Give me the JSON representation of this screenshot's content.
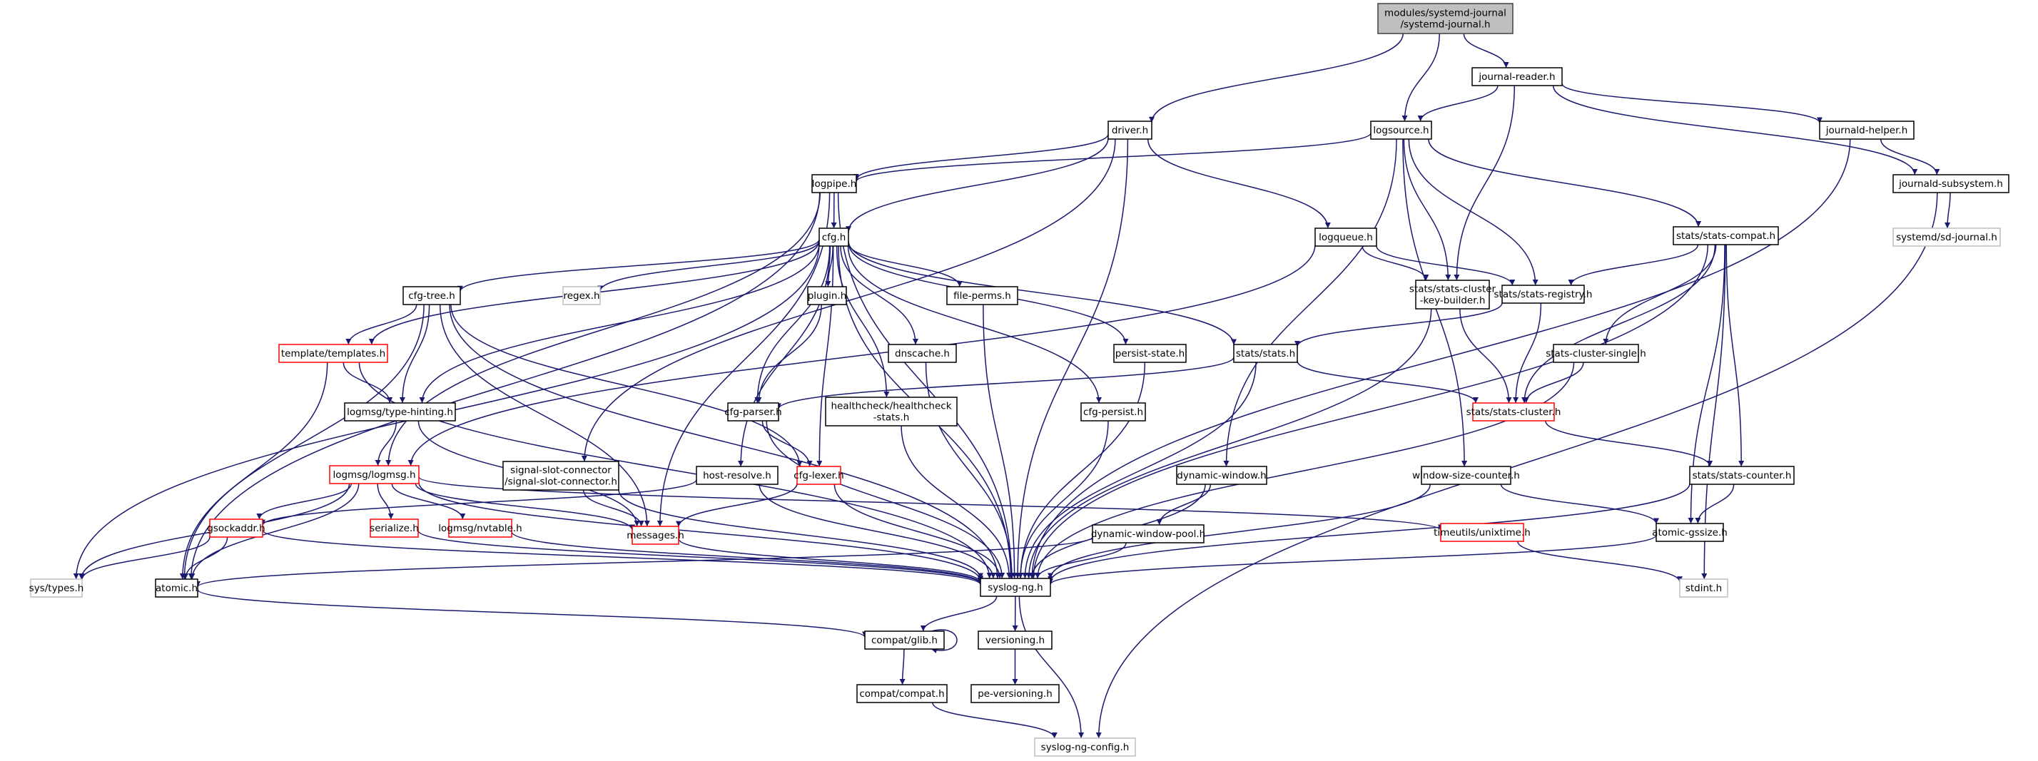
{
  "title": "modules/systemd-journal/systemd-journal.h include dependency graph",
  "colors": {
    "edge": "#191970",
    "root_fill": "#bfbfbf",
    "error_border": "#ff0000",
    "external_border": "#bfbfbf",
    "normal_border": "#000000"
  },
  "nodes": [
    {
      "id": "root",
      "lines": [
        "modules/systemd-journal",
        "/systemd-journal.h"
      ],
      "kind": "root"
    },
    {
      "id": "journal-reader",
      "lines": [
        "journal-reader.h"
      ],
      "kind": "normal"
    },
    {
      "id": "driver",
      "lines": [
        "driver.h"
      ],
      "kind": "normal"
    },
    {
      "id": "logsource",
      "lines": [
        "logsource.h"
      ],
      "kind": "normal"
    },
    {
      "id": "journald-helper",
      "lines": [
        "journald-helper.h"
      ],
      "kind": "normal"
    },
    {
      "id": "journald-subsystem",
      "lines": [
        "journald-subsystem.h"
      ],
      "kind": "normal"
    },
    {
      "id": "sd-journal",
      "lines": [
        "systemd/sd-journal.h"
      ],
      "kind": "external"
    },
    {
      "id": "logpipe",
      "lines": [
        "logpipe.h"
      ],
      "kind": "normal"
    },
    {
      "id": "cfg",
      "lines": [
        "cfg.h"
      ],
      "kind": "normal"
    },
    {
      "id": "logqueue",
      "lines": [
        "logqueue.h"
      ],
      "kind": "normal"
    },
    {
      "id": "stats-compat",
      "lines": [
        "stats/stats-compat.h"
      ],
      "kind": "normal"
    },
    {
      "id": "cfg-tree",
      "lines": [
        "cfg-tree.h"
      ],
      "kind": "normal"
    },
    {
      "id": "regex",
      "lines": [
        "regex.h"
      ],
      "kind": "external"
    },
    {
      "id": "plugin",
      "lines": [
        "plugin.h"
      ],
      "kind": "normal"
    },
    {
      "id": "file-perms",
      "lines": [
        "file-perms.h"
      ],
      "kind": "normal"
    },
    {
      "id": "stats-cluster-key-builder",
      "lines": [
        "stats/stats-cluster",
        "-key-builder.h"
      ],
      "kind": "normal"
    },
    {
      "id": "stats-registry",
      "lines": [
        "stats/stats-registry.h"
      ],
      "kind": "normal"
    },
    {
      "id": "template",
      "lines": [
        "template/templates.h"
      ],
      "kind": "error"
    },
    {
      "id": "dnscache",
      "lines": [
        "dnscache.h"
      ],
      "kind": "normal"
    },
    {
      "id": "persist-state",
      "lines": [
        "persist-state.h"
      ],
      "kind": "normal"
    },
    {
      "id": "stats",
      "lines": [
        "stats/stats.h"
      ],
      "kind": "normal"
    },
    {
      "id": "stats-cluster-single",
      "lines": [
        "stats-cluster-single.h"
      ],
      "kind": "normal"
    },
    {
      "id": "type-hinting",
      "lines": [
        "logmsg/type-hinting.h"
      ],
      "kind": "normal"
    },
    {
      "id": "cfg-parser",
      "lines": [
        "cfg-parser.h"
      ],
      "kind": "normal"
    },
    {
      "id": "healthcheck",
      "lines": [
        "healthcheck/healthcheck",
        "-stats.h"
      ],
      "kind": "normal"
    },
    {
      "id": "cfg-persist",
      "lines": [
        "cfg-persist.h"
      ],
      "kind": "normal"
    },
    {
      "id": "stats-cluster",
      "lines": [
        "stats/stats-cluster.h"
      ],
      "kind": "error"
    },
    {
      "id": "logmsg",
      "lines": [
        "logmsg/logmsg.h"
      ],
      "kind": "error"
    },
    {
      "id": "signal-slot",
      "lines": [
        "signal-slot-connector",
        "/signal-slot-connector.h"
      ],
      "kind": "normal"
    },
    {
      "id": "host-resolve",
      "lines": [
        "host-resolve.h"
      ],
      "kind": "normal"
    },
    {
      "id": "cfg-lexer",
      "lines": [
        "cfg-lexer.h"
      ],
      "kind": "error"
    },
    {
      "id": "dynamic-window",
      "lines": [
        "dynamic-window.h"
      ],
      "kind": "normal"
    },
    {
      "id": "window-size-counter",
      "lines": [
        "window-size-counter.h"
      ],
      "kind": "normal"
    },
    {
      "id": "stats-counter",
      "lines": [
        "stats/stats-counter.h"
      ],
      "kind": "normal"
    },
    {
      "id": "gsockaddr",
      "lines": [
        "gsockaddr.h"
      ],
      "kind": "error"
    },
    {
      "id": "serialize",
      "lines": [
        "serialize.h"
      ],
      "kind": "error"
    },
    {
      "id": "nvtable",
      "lines": [
        "logmsg/nvtable.h"
      ],
      "kind": "error"
    },
    {
      "id": "messages",
      "lines": [
        "messages.h"
      ],
      "kind": "error"
    },
    {
      "id": "dynamic-window-pool",
      "lines": [
        "dynamic-window-pool.h"
      ],
      "kind": "normal"
    },
    {
      "id": "unixtime",
      "lines": [
        "timeutils/unixtime.h"
      ],
      "kind": "error"
    },
    {
      "id": "atomic-gssize",
      "lines": [
        "atomic-gssize.h"
      ],
      "kind": "normal"
    },
    {
      "id": "sys-types",
      "lines": [
        "sys/types.h"
      ],
      "kind": "external"
    },
    {
      "id": "atomic",
      "lines": [
        "atomic.h"
      ],
      "kind": "normal"
    },
    {
      "id": "syslog-ng",
      "lines": [
        "syslog-ng.h"
      ],
      "kind": "normal"
    },
    {
      "id": "stdint",
      "lines": [
        "stdint.h"
      ],
      "kind": "external"
    },
    {
      "id": "compat-glib",
      "lines": [
        "compat/glib.h"
      ],
      "kind": "normal"
    },
    {
      "id": "versioning",
      "lines": [
        "versioning.h"
      ],
      "kind": "normal"
    },
    {
      "id": "compat-compat",
      "lines": [
        "compat/compat.h"
      ],
      "kind": "normal"
    },
    {
      "id": "pe-versioning",
      "lines": [
        "pe-versioning.h"
      ],
      "kind": "normal"
    },
    {
      "id": "syslog-ng-config",
      "lines": [
        "syslog-ng-config.h"
      ],
      "kind": "external"
    }
  ],
  "edges": [
    [
      "root",
      "driver"
    ],
    [
      "root",
      "logsource"
    ],
    [
      "root",
      "journal-reader"
    ],
    [
      "journal-reader",
      "logsource"
    ],
    [
      "journal-reader",
      "journald-helper"
    ],
    [
      "journal-reader",
      "journald-subsystem"
    ],
    [
      "journal-reader",
      "stats-cluster-key-builder"
    ],
    [
      "journald-helper",
      "journald-subsystem"
    ],
    [
      "journald-helper",
      "syslog-ng"
    ],
    [
      "journald-subsystem",
      "sd-journal"
    ],
    [
      "journald-subsystem",
      "syslog-ng-config"
    ],
    [
      "driver",
      "logpipe"
    ],
    [
      "driver",
      "cfg"
    ],
    [
      "driver",
      "logqueue"
    ],
    [
      "driver",
      "signal-slot"
    ],
    [
      "driver",
      "syslog-ng"
    ],
    [
      "logsource",
      "logpipe"
    ],
    [
      "logsource",
      "stats-compat"
    ],
    [
      "logsource",
      "stats-registry"
    ],
    [
      "logsource",
      "stats-cluster-key-builder"
    ],
    [
      "logsource",
      "dynamic-window"
    ],
    [
      "logsource",
      "window-size-counter"
    ],
    [
      "logpipe",
      "cfg"
    ],
    [
      "logpipe",
      "logmsg"
    ],
    [
      "logpipe",
      "atomic"
    ],
    [
      "logpipe",
      "messages"
    ],
    [
      "logpipe",
      "syslog-ng"
    ],
    [
      "cfg",
      "cfg-tree"
    ],
    [
      "cfg",
      "regex"
    ],
    [
      "cfg",
      "plugin"
    ],
    [
      "cfg",
      "file-perms"
    ],
    [
      "cfg",
      "dnscache"
    ],
    [
      "cfg",
      "persist-state"
    ],
    [
      "cfg",
      "stats"
    ],
    [
      "cfg",
      "template"
    ],
    [
      "cfg",
      "type-hinting"
    ],
    [
      "cfg",
      "cfg-parser"
    ],
    [
      "cfg",
      "healthcheck"
    ],
    [
      "cfg",
      "cfg-persist"
    ],
    [
      "cfg",
      "cfg-lexer"
    ],
    [
      "cfg",
      "host-resolve"
    ],
    [
      "cfg",
      "sys-types"
    ],
    [
      "cfg",
      "syslog-ng"
    ],
    [
      "logqueue",
      "stats-registry"
    ],
    [
      "logqueue",
      "stats-cluster-key-builder"
    ],
    [
      "logqueue",
      "logmsg"
    ],
    [
      "stats-compat",
      "stats-registry"
    ],
    [
      "stats-compat",
      "stats-cluster"
    ],
    [
      "stats-compat",
      "stats-cluster-single"
    ],
    [
      "stats-compat",
      "stats-counter"
    ],
    [
      "stats-compat",
      "atomic-gssize"
    ],
    [
      "stats-compat",
      "syslog-ng"
    ],
    [
      "stats-compat",
      "stdint"
    ],
    [
      "cfg-tree",
      "template"
    ],
    [
      "cfg-tree",
      "type-hinting"
    ],
    [
      "cfg-tree",
      "cfg-lexer"
    ],
    [
      "cfg-tree",
      "messages"
    ],
    [
      "cfg-tree",
      "atomic"
    ],
    [
      "cfg-tree",
      "syslog-ng"
    ],
    [
      "plugin",
      "cfg-parser"
    ],
    [
      "file-perms",
      "syslog-ng"
    ],
    [
      "stats-cluster-key-builder",
      "stats-cluster"
    ],
    [
      "stats-cluster-key-builder",
      "syslog-ng"
    ],
    [
      "stats-registry",
      "stats"
    ],
    [
      "stats-registry",
      "stats-cluster"
    ],
    [
      "template",
      "type-hinting"
    ],
    [
      "template",
      "atomic"
    ],
    [
      "template",
      "syslog-ng"
    ],
    [
      "dnscache",
      "syslog-ng"
    ],
    [
      "persist-state",
      "syslog-ng"
    ],
    [
      "stats",
      "stats-cluster"
    ],
    [
      "stats",
      "cfg-parser"
    ],
    [
      "stats",
      "syslog-ng"
    ],
    [
      "stats-cluster-single",
      "stats-cluster"
    ],
    [
      "stats-cluster-single",
      "syslog-ng"
    ],
    [
      "type-hinting",
      "logmsg"
    ],
    [
      "type-hinting",
      "messages"
    ],
    [
      "cfg-parser",
      "cfg-lexer"
    ],
    [
      "cfg-parser",
      "syslog-ng"
    ],
    [
      "healthcheck",
      "syslog-ng"
    ],
    [
      "cfg-persist",
      "syslog-ng"
    ],
    [
      "stats-cluster",
      "stats-counter"
    ],
    [
      "logmsg",
      "gsockaddr"
    ],
    [
      "logmsg",
      "serialize"
    ],
    [
      "logmsg",
      "nvtable"
    ],
    [
      "logmsg",
      "messages"
    ],
    [
      "logmsg",
      "unixtime"
    ],
    [
      "logmsg",
      "atomic"
    ],
    [
      "logmsg",
      "sys-types"
    ],
    [
      "logmsg",
      "syslog-ng"
    ],
    [
      "signal-slot",
      "messages"
    ],
    [
      "signal-slot",
      "syslog-ng"
    ],
    [
      "host-resolve",
      "gsockaddr"
    ],
    [
      "host-resolve",
      "syslog-ng"
    ],
    [
      "cfg-lexer",
      "messages"
    ],
    [
      "cfg-lexer",
      "syslog-ng"
    ],
    [
      "dynamic-window",
      "dynamic-window-pool"
    ],
    [
      "dynamic-window",
      "syslog-ng"
    ],
    [
      "window-size-counter",
      "atomic-gssize"
    ],
    [
      "window-size-counter",
      "syslog-ng"
    ],
    [
      "stats-counter",
      "atomic-gssize"
    ],
    [
      "stats-counter",
      "syslog-ng"
    ],
    [
      "gsockaddr",
      "atomic"
    ],
    [
      "gsockaddr",
      "sys-types"
    ],
    [
      "gsockaddr",
      "syslog-ng"
    ],
    [
      "serialize",
      "syslog-ng"
    ],
    [
      "nvtable",
      "syslog-ng"
    ],
    [
      "messages",
      "syslog-ng"
    ],
    [
      "dynamic-window-pool",
      "atomic"
    ],
    [
      "dynamic-window-pool",
      "syslog-ng"
    ],
    [
      "unixtime",
      "stdint"
    ],
    [
      "atomic-gssize",
      "syslog-ng"
    ],
    [
      "atomic",
      "compat-glib"
    ],
    [
      "syslog-ng",
      "compat-glib"
    ],
    [
      "syslog-ng",
      "versioning"
    ],
    [
      "syslog-ng",
      "syslog-ng-config"
    ],
    [
      "compat-glib",
      "compat-glib"
    ],
    [
      "compat-glib",
      "compat-compat"
    ],
    [
      "versioning",
      "pe-versioning"
    ],
    [
      "compat-compat",
      "syslog-ng-config"
    ]
  ]
}
